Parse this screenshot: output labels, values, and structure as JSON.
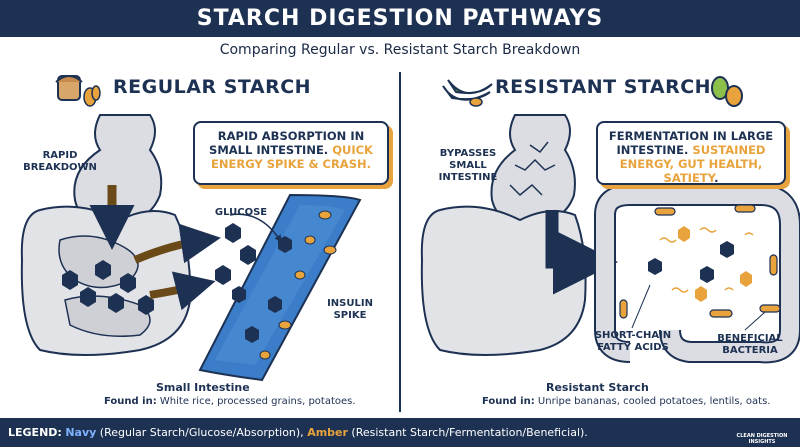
{
  "header": {
    "title": "STARCH DIGESTION PATHWAYS",
    "subtitle": "Comparing Regular vs. Resistant Starch Breakdown"
  },
  "regular": {
    "title": "REGULAR STARCH",
    "callout_main": "RAPID ABSORPTION IN SMALL INTESTINE.",
    "callout_highlight": "QUICK ENERGY SPIKE & CRASH.",
    "label_breakdown": "RAPID\nBREAKDOWN",
    "label_glucose": "GLUCOSE",
    "label_insulin": "INSULIN\nSPIKE",
    "footer_title": "Small Intestine",
    "footer_found_label": "Found in:",
    "footer_found_text": "White rice, processed grains, potatoes."
  },
  "resistant": {
    "title": "RESISTANT STARCH",
    "callout_main": "FERMENTATION IN LARGE INTESTINE.",
    "callout_highlight_1": "SUSTAINED ENERGY, GUT HEALTH,",
    "callout_highlight_2": "SATIETY",
    "callout_end": ".",
    "label_bypass": "BYPASSES\nSMALL\nINTESTINE",
    "label_scfa": "SHORT-CHAIN\nFATTY ACIDS",
    "label_bacteria": "BENEFICIAL\nBACTERIA",
    "footer_title": "Resistant Starch",
    "footer_found_label": "Found in:",
    "footer_found_text": "Unripe bananas, cooled potatoes, lentils, oats."
  },
  "legend": {
    "label": "LEGEND:",
    "navy": "Navy",
    "navy_desc": "(Regular Starch/Glucose/Absorption),",
    "amber": "Amber",
    "amber_desc": "(Resistant Starch/Fermentation/Beneficial)."
  },
  "brand": {
    "line1": "CLEAN DIGESTION",
    "line2": "INSIGHTS"
  },
  "colors": {
    "navy": "#1d3153",
    "amber": "#e8a33c",
    "blue": "#3b7dc8",
    "green": "#5fa035"
  }
}
